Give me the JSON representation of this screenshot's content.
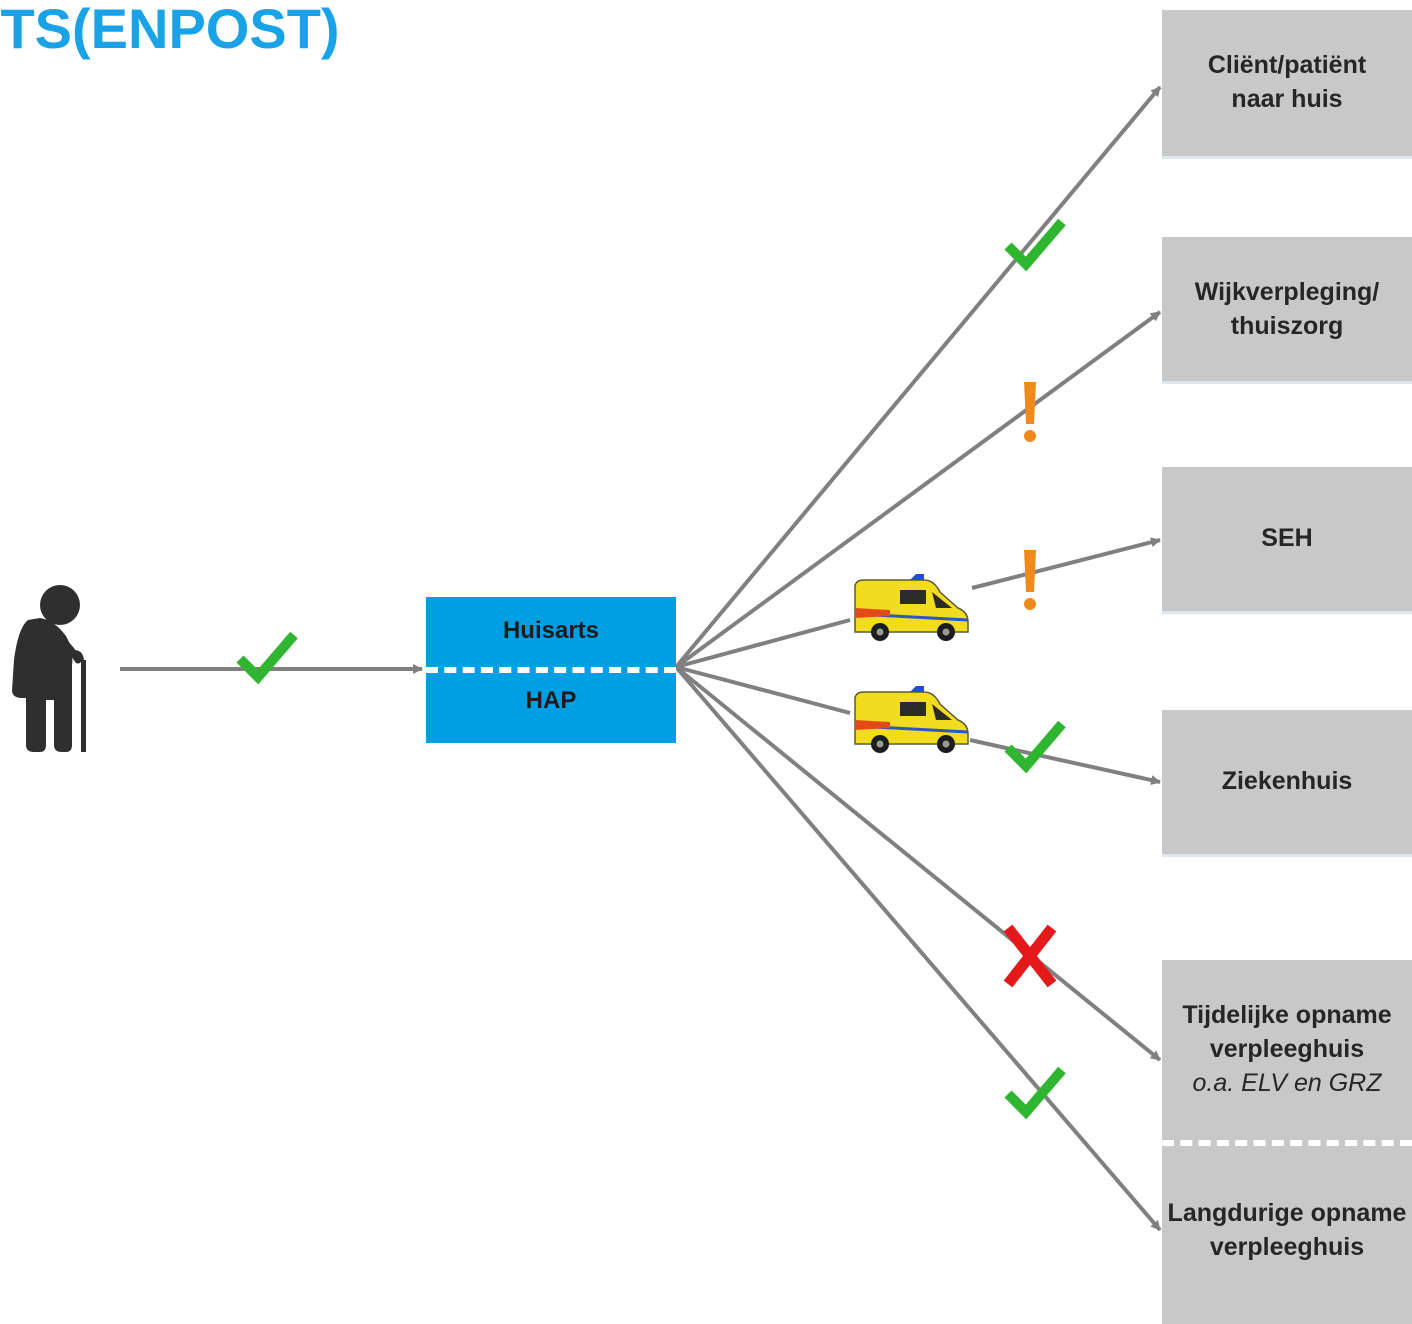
{
  "title": "RTS(ENPOST)",
  "colors": {
    "title": "#19a3e6",
    "hub": "#009fe3",
    "box": "#c8c8c8",
    "arrow": "#808080",
    "check": "#2fb52f",
    "warning": "#ef8a1a",
    "cross": "#e41a1a",
    "ambulance": "#f2dc1f"
  },
  "hub": {
    "top": "Huisarts",
    "bottom": "HAP"
  },
  "destinations": {
    "home": [
      "Cliënt/patiënt",
      "naar huis"
    ],
    "wijk": [
      "Wijkverpleging/",
      "thuiszorg"
    ],
    "seh": [
      "SEH"
    ],
    "ziekenhuis": [
      "Ziekenhuis"
    ],
    "tijdelijk": [
      "Tijdelijke opname",
      "verpleeghuis"
    ],
    "tijdelijk_sub": "o.a. ELV en GRZ",
    "langdurig": [
      "Langdurige opname",
      "verpleeghuis"
    ]
  },
  "statuses": {
    "patient_to_hub": "check",
    "home": "check",
    "wijk": "warning",
    "seh": "warning",
    "ziekenhuis": "check",
    "tijdelijk": "cross",
    "langdurig": "check"
  },
  "icons": {
    "patient": "elderly-person-with-cane-icon",
    "transport": "ambulance-icon"
  }
}
